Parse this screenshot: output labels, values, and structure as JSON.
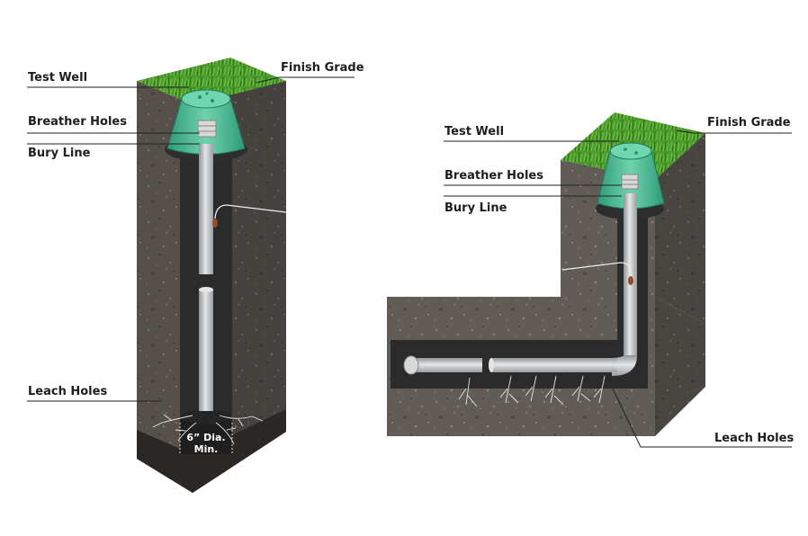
{
  "left_diagram": {
    "labels": {
      "test_well": "Test Well",
      "finish_grade": "Finish Grade",
      "breather_holes": "Breather Holes",
      "bury_line": "Bury Line",
      "leach_holes": "Leach Holes"
    },
    "dimension": {
      "line1": "6” Dia.",
      "line2": "Min."
    }
  },
  "right_diagram": {
    "labels": {
      "test_well": "Test Well",
      "finish_grade": "Finish Grade",
      "breather_holes": "Breather Holes",
      "bury_line": "Bury Line",
      "leach_holes": "Leach Holes"
    }
  },
  "colors": {
    "grass": "#4f9a2f",
    "soil": "#5e5852",
    "soil_dark": "#3a3632",
    "trench": "#2a2a2a",
    "pipe": "#c6c8ca",
    "well_green": "#57c39e",
    "leader_line": "#222222"
  },
  "icons": [
    "test-well-icon",
    "pipe-icon",
    "root-icon"
  ]
}
